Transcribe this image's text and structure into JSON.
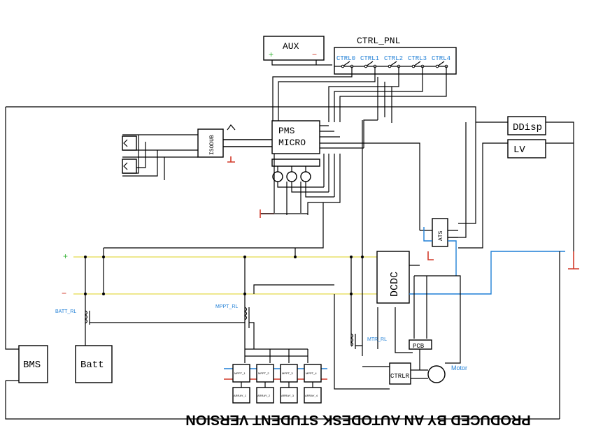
{
  "components": {
    "aux": "AUX",
    "ctrl_panel": "CTRL_PNL",
    "ctrl_switches": [
      "CTRL0",
      "CTRL1",
      "CTRL2",
      "CTRL3",
      "CTRL4"
    ],
    "pms_line1": "PMS",
    "pms_line2": "MICRO",
    "isodub": "ISODUB",
    "ddisp": "DDisp",
    "lv": "LV",
    "ats": "ATS",
    "dcdc": "DCDC",
    "pcb": "PCB",
    "bms": "BMS",
    "batt": "Batt",
    "ctrlr": "CTRLR",
    "motor": "Motor",
    "batt_relay": "BATT_RL",
    "mppt_relay": "MPPT_RL",
    "mtr_relay": "MTR_RL",
    "mppts": [
      "MPPT_1",
      "MPPT_2",
      "MPPT_3",
      "MPPT_4"
    ],
    "arrays": [
      "ARRAY_1",
      "ARRAY_2",
      "ARRAY_3",
      "ARRAY_4"
    ]
  },
  "polarity": {
    "plus": "+",
    "minus": "−"
  },
  "watermark": "PRODUCED BY AN AUTODESK STUDENT VERSION",
  "colors": {
    "wire": "#000000",
    "bus": "#e8e06a",
    "signal": "#1f7fd6",
    "ground": "#d23a2a",
    "plus": "#3ab53a",
    "minus": "#d23a2a"
  }
}
